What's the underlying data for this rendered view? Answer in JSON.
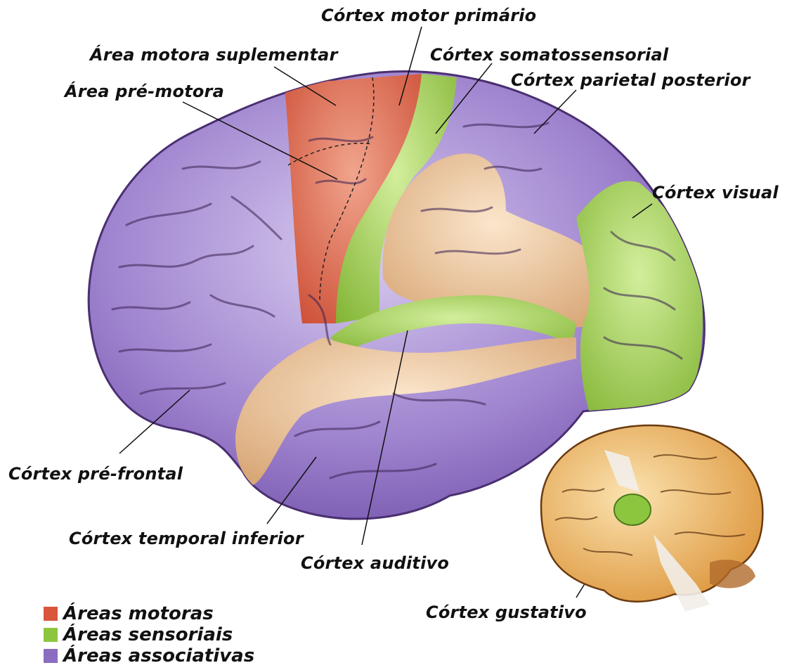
{
  "colors": {
    "motor": "#d9553c",
    "sensory": "#8cc63f",
    "association": "#8c6cc1",
    "other": "#ebc49a",
    "outline": "#3a2050"
  },
  "labels": {
    "primary_motor": "Córtex motor primário",
    "supplementary_motor": "Área motora suplementar",
    "somatosensory": "Córtex somatossensorial",
    "premotor": "Área pré-motora",
    "posterior_parietal": "Córtex parietal posterior",
    "visual": "Córtex visual",
    "prefrontal": "Córtex pré-frontal",
    "inferior_temporal": "Córtex temporal inferior",
    "auditory": "Córtex auditivo",
    "gustatory": "Córtex gustativo"
  },
  "legend": {
    "motor": "Áreas motoras",
    "sensory": "Áreas sensoriais",
    "association": "Áreas associativas"
  }
}
